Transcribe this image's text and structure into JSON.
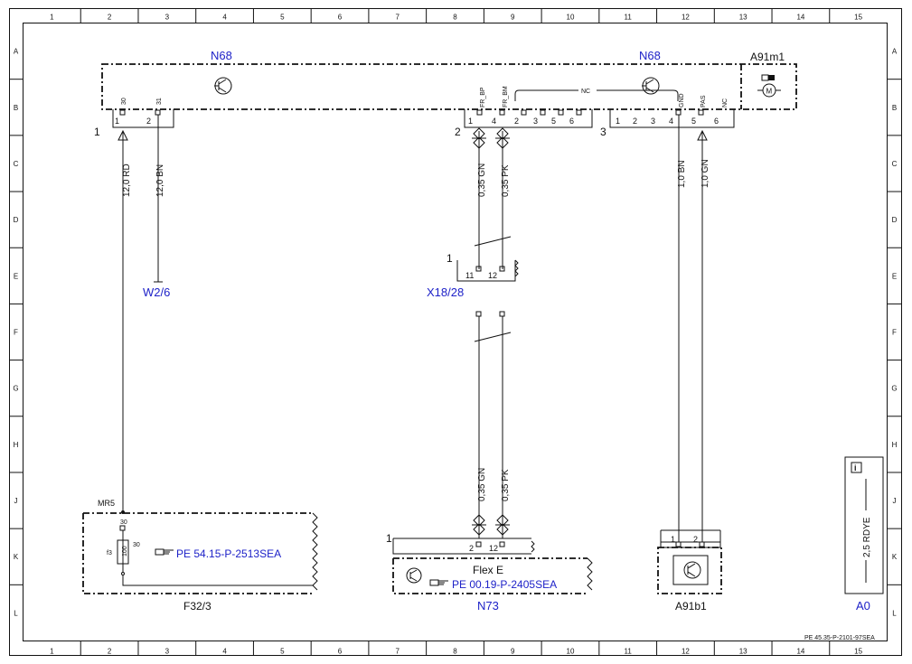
{
  "grid": {
    "columns": [
      "1",
      "2",
      "3",
      "4",
      "5",
      "6",
      "7",
      "8",
      "9",
      "10",
      "11",
      "12",
      "13",
      "14",
      "15"
    ],
    "rows": [
      "A",
      "B",
      "C",
      "D",
      "E",
      "F",
      "G",
      "H",
      "J",
      "K",
      "L"
    ]
  },
  "labels": {
    "n68_left": "N68",
    "n68_right": "N68",
    "a91m1": "A91m1",
    "w2_6": "W2/6",
    "x18_28": "X18/28",
    "f32_3": "F32/3",
    "n73": "N73",
    "a91b1": "A91b1",
    "a0": "A0",
    "flex_e": "Flex E",
    "mr5": "MR5",
    "nc": "NC",
    "footer": "PE 45.35-P-2101-97SEA"
  },
  "refs": {
    "f32": "PE 54.15-P-2513SEA",
    "n73": "PE 00.19-P-2405SEA"
  },
  "connectors": {
    "c1": {
      "num": "1",
      "p1": "1",
      "p2": "2",
      "name1": "30",
      "name2": "31"
    },
    "c2": {
      "num": "2",
      "pins": [
        "1",
        "4",
        "2",
        "3",
        "5",
        "6"
      ],
      "name1": "FR_BP",
      "name2": "FR_BM"
    },
    "c3": {
      "num": "3",
      "pins": [
        "1",
        "2",
        "3",
        "4",
        "5",
        "6"
      ],
      "names": [
        "GND",
        "PAS",
        "NC"
      ]
    },
    "x18": {
      "num": "1",
      "p1": "11",
      "p2": "12"
    },
    "n73c": {
      "num": "1",
      "p1": "2",
      "p2": "12"
    },
    "a91b1c": {
      "p1": "1",
      "p2": "2"
    },
    "fuse": {
      "in": "30",
      "out": "30",
      "id": "f3",
      "rating": "100"
    }
  },
  "wires": {
    "w1": "12,0 RD",
    "w2": "12,0 BN",
    "w3": "0,35 GN",
    "w4": "0,35 PK",
    "w5": "1,0 BN",
    "w6": "1,0 GN",
    "w7": "0,35 GN",
    "w8": "0,35 PK",
    "a0": "2,5 RDYE"
  },
  "icons": {
    "transistor": "transistor-icon",
    "motor": "motor-icon",
    "pointer": "hand-pointer-icon",
    "info": "info-icon"
  }
}
